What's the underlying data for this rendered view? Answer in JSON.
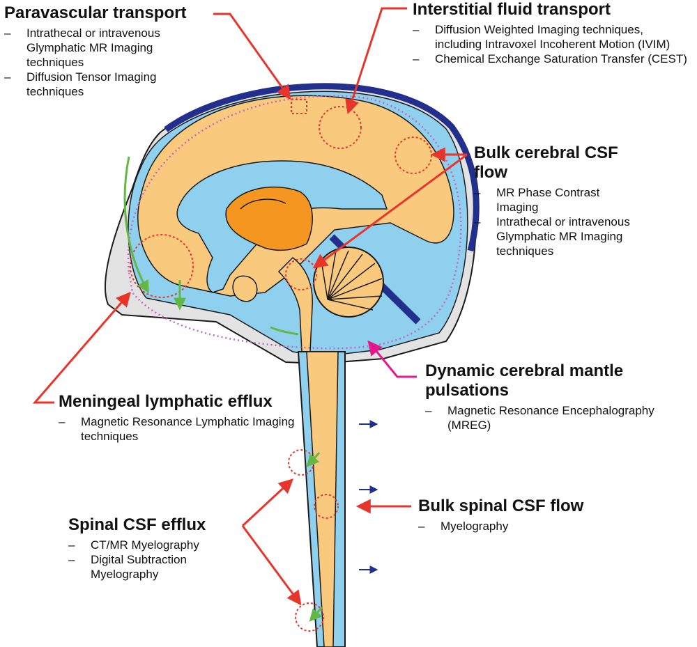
{
  "colors": {
    "csf": "#8fd0ee",
    "brain": "#f9c97e",
    "orange": "#f49620",
    "dura": "#232f8c",
    "skull": "#e3e3e3",
    "callout": "#e8352b",
    "pulsation": "#e5178b",
    "lymphatic": "#63b744",
    "dotted": "#c466c0",
    "outline": "#1a1a1a"
  },
  "sections": {
    "paravascular": {
      "title": "Paravascular transport",
      "items": [
        "Intrathecal or intravenous Glymphatic MR Imaging techniques",
        "Diffusion Tensor Imaging techniques"
      ]
    },
    "interstitial": {
      "title": "Interstitial fluid transport",
      "items": [
        "Diffusion Weighted Imaging techniques, including Intravoxel Incoherent Motion (IVIM)",
        "Chemical Exchange Saturation Transfer (CEST)"
      ]
    },
    "bulk_cerebral": {
      "title": "Bulk cerebral CSF flow",
      "items": [
        "MR Phase Contrast Imaging",
        "Intrathecal or intravenous Glymphatic MR Imaging techniques"
      ]
    },
    "dynamic": {
      "title": "Dynamic cerebral mantle pulsations",
      "items": [
        "Magnetic Resonance Encephalography (MREG)"
      ]
    },
    "meningeal": {
      "title": "Meningeal lymphatic efflux",
      "items": [
        "Magnetic Resonance Lymphatic Imaging techniques"
      ]
    },
    "bulk_spinal": {
      "title": "Bulk spinal CSF flow",
      "items": [
        "Myelography"
      ]
    },
    "spinal_efflux": {
      "title": "Spinal CSF efflux",
      "items": [
        "CT/MR Myelography",
        "Digital Subtraction Myelography"
      ]
    }
  }
}
